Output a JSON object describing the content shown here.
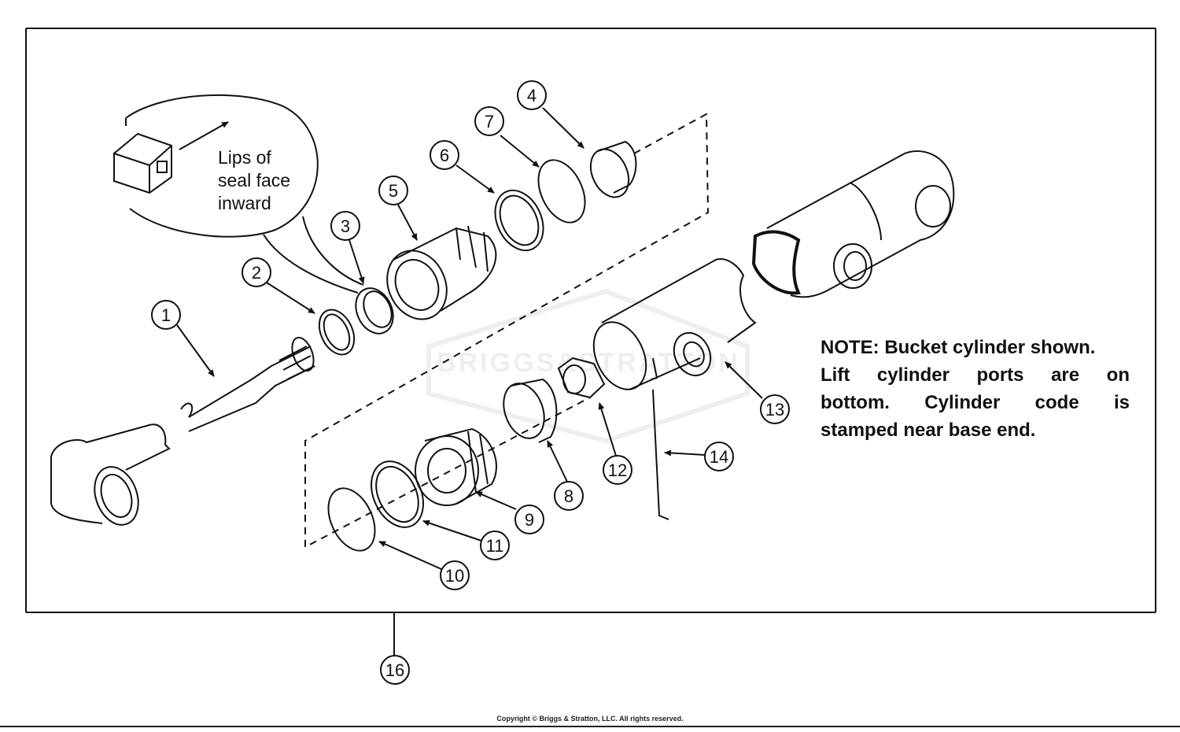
{
  "diagram": {
    "callout_text": [
      "Lips of",
      "seal face",
      "inward"
    ],
    "note_lines": [
      "NOTE: Bucket cylinder shown.",
      "Lift cylinder ports are on",
      "bottom. Cylinder code is",
      "stamped near base end."
    ],
    "watermark": "BRIGGS&STRATTON",
    "copyright": "Copyright © Briggs & Stratton, LLC. All rights reserved.",
    "part_labels": [
      "1",
      "2",
      "3",
      "4",
      "5",
      "6",
      "7",
      "8",
      "9",
      "10",
      "11",
      "12",
      "13",
      "14",
      "16"
    ]
  }
}
